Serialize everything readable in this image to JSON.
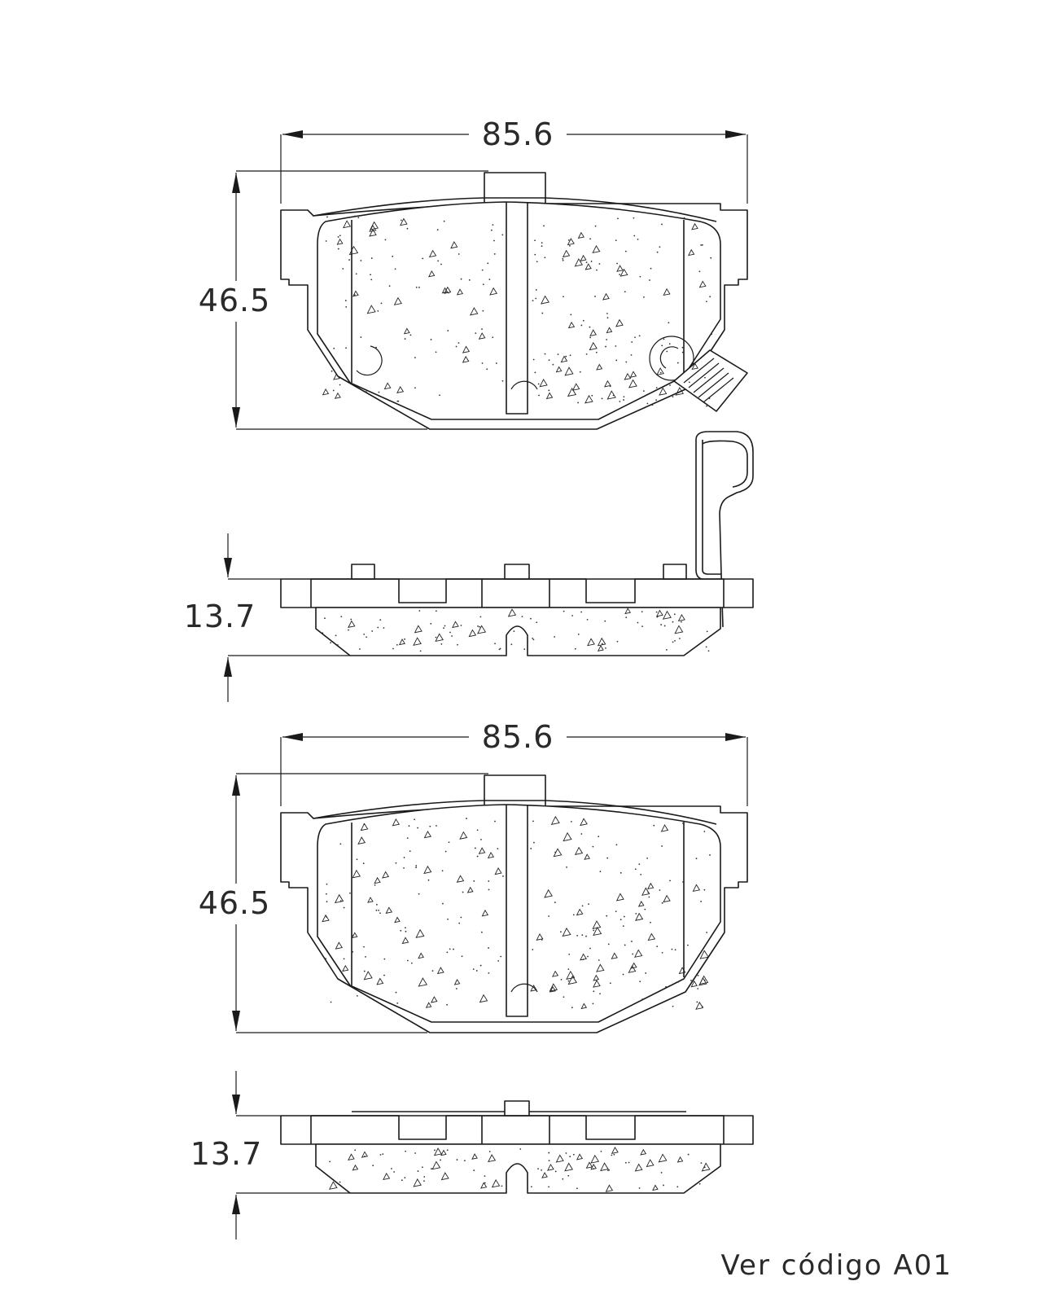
{
  "views": [
    {
      "id": "pad-with-sensor",
      "width_label": "85.6",
      "height_label": "46.5",
      "thickness_label": "13.7"
    },
    {
      "id": "pad-plain",
      "width_label": "85.6",
      "height_label": "46.5",
      "thickness_label": "13.7"
    }
  ],
  "caption": "Ver  código  A01",
  "colors": {
    "line": "#1a1a1a",
    "background": "#ffffff"
  }
}
